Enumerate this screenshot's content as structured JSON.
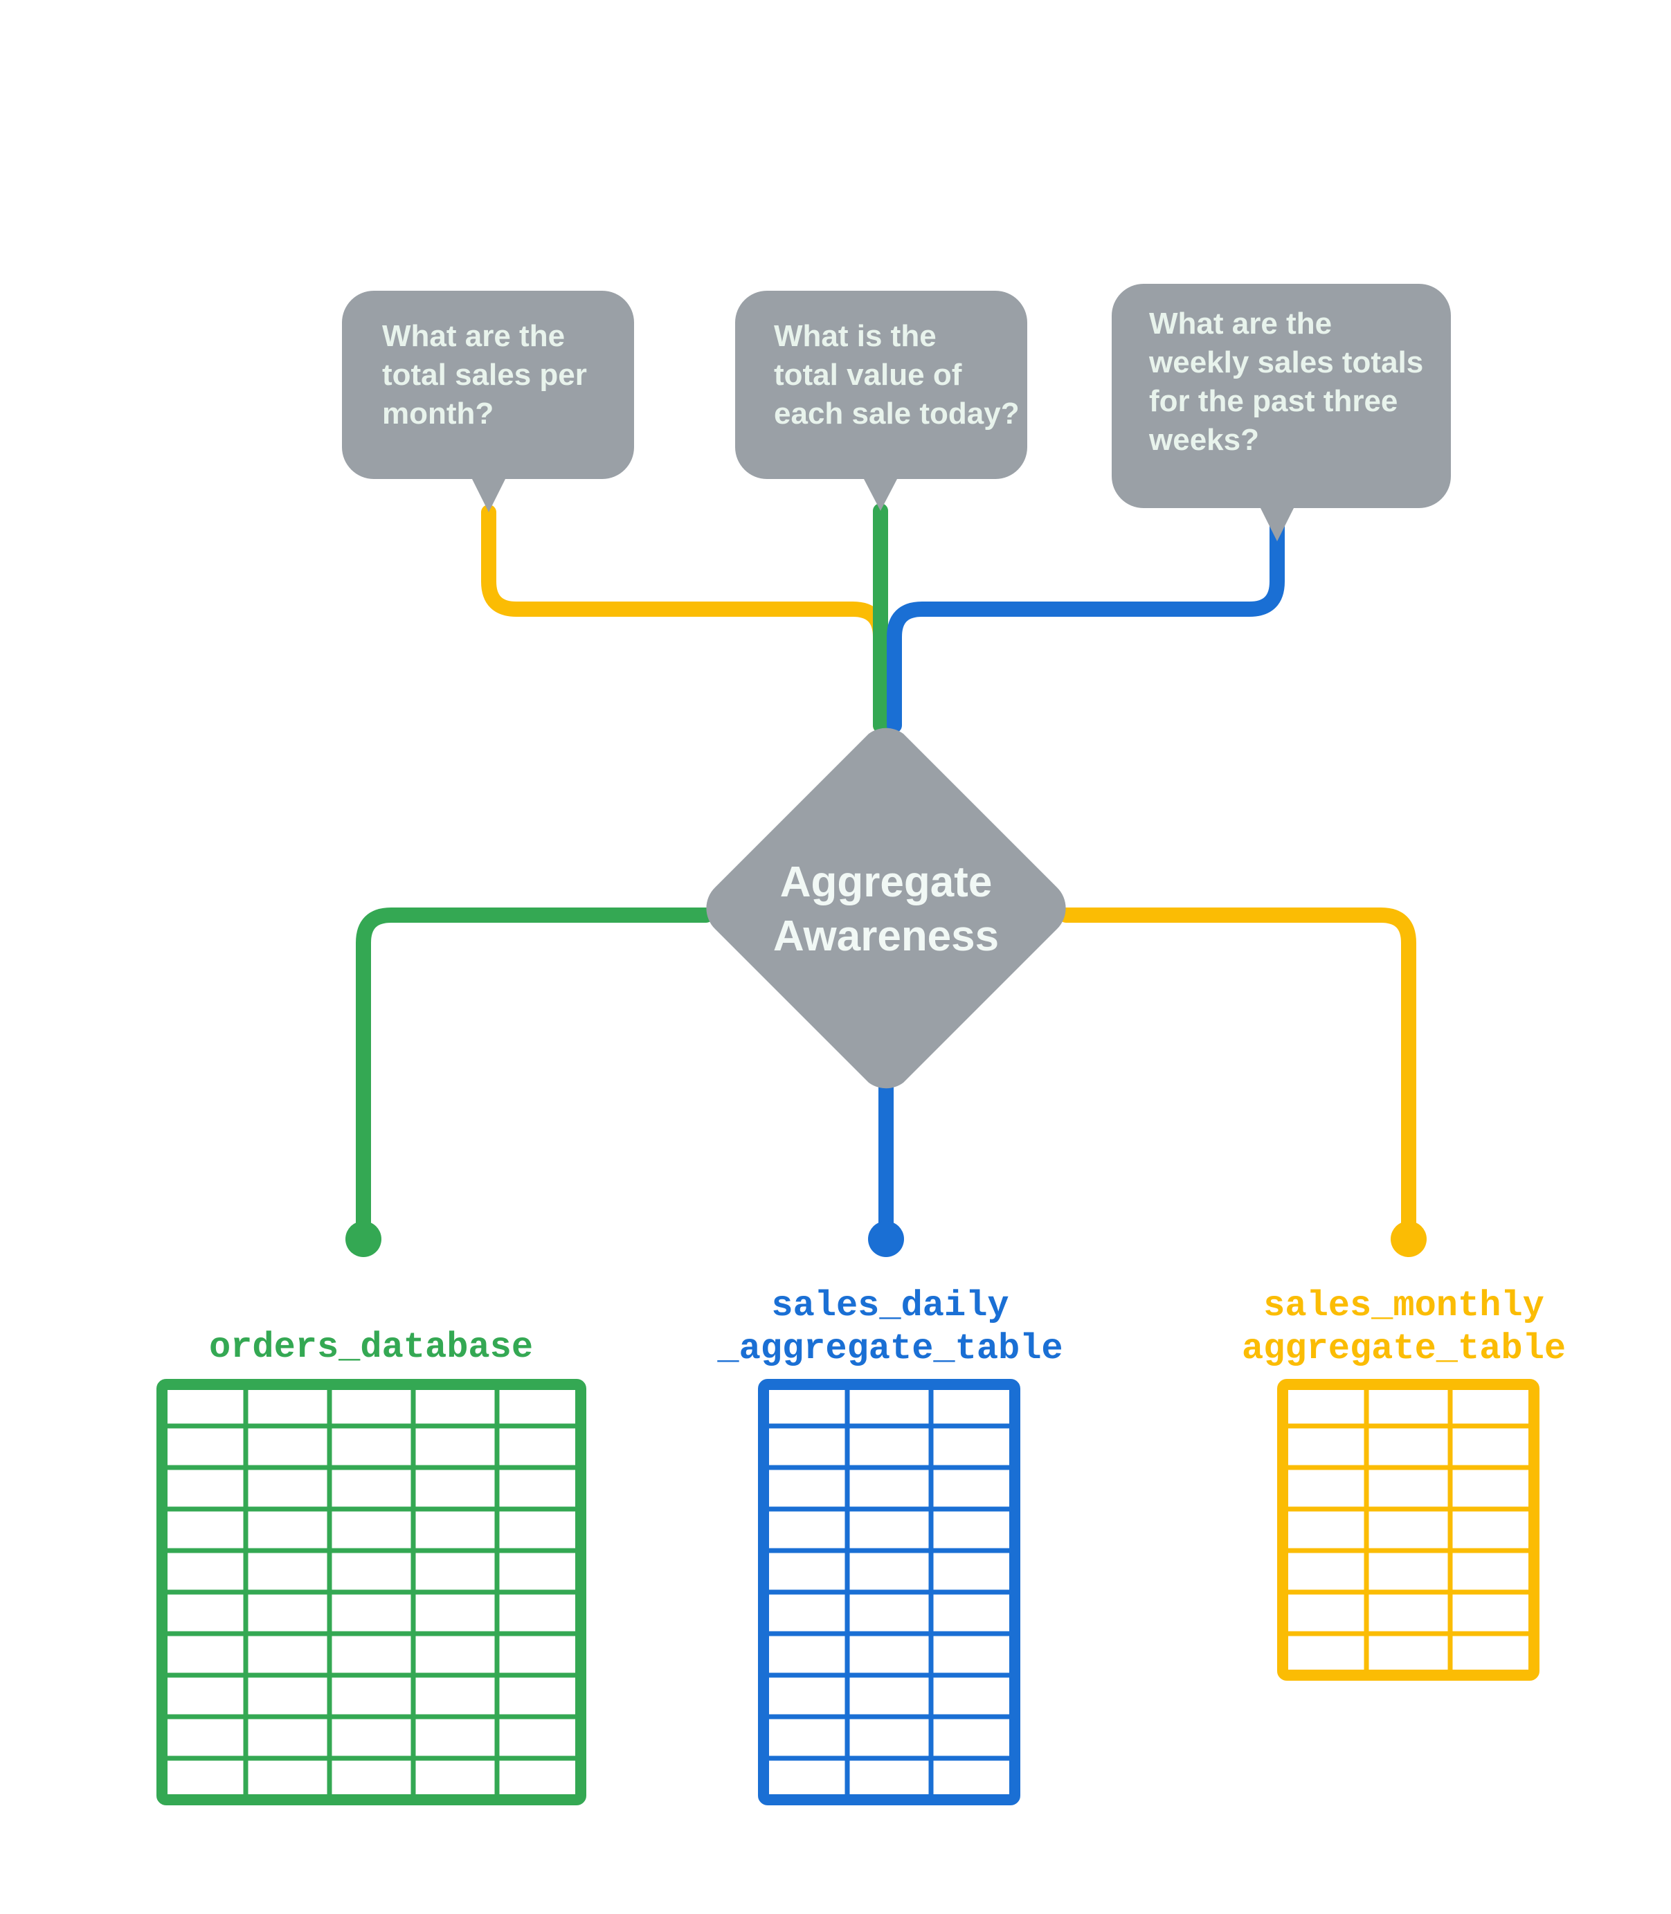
{
  "diagram": {
    "title": "Aggregate Awareness",
    "center_node": {
      "label_line1": "Aggregate",
      "label_line2": "Awareness",
      "shape": "diamond",
      "fill": "#9AA0A6",
      "text_color": "#F1F8F5"
    },
    "questions": [
      {
        "id": "q-monthly",
        "lines": [
          "What are the",
          "total sales per",
          "month?"
        ],
        "connector_color": "#FBBC04",
        "connects_to": "sales_monthly_aggregate_table"
      },
      {
        "id": "q-daily",
        "lines": [
          "What is the",
          "total value of",
          "each sale today?"
        ],
        "connector_color": "#34A853",
        "connects_to": "orders_database"
      },
      {
        "id": "q-weekly",
        "lines": [
          "What are the",
          "weekly sales totals",
          "for the past three",
          "weeks?"
        ],
        "connector_color": "#1A6FD4",
        "connects_to": "sales_daily_aggregate_table"
      }
    ],
    "tables": [
      {
        "id": "orders_database",
        "label_lines": [
          "orders_database"
        ],
        "color": "#34A853",
        "columns": 5,
        "rows": 10
      },
      {
        "id": "sales_daily_aggregate_table",
        "label_lines": [
          "sales_daily",
          "_aggregate_table"
        ],
        "color": "#1A6FD4",
        "columns": 3,
        "rows": 10
      },
      {
        "id": "sales_monthly_aggregate_table",
        "label_lines": [
          "sales_monthly",
          "aggregate_table"
        ],
        "color": "#FBBC04",
        "columns": 3,
        "rows": 7
      }
    ],
    "colors": {
      "green": "#34A853",
      "blue": "#1A6FD4",
      "yellow": "#FBBC04",
      "gray": "#9AA0A6",
      "bubble_text": "#E8F3EC",
      "background": "#FFFFFF"
    }
  }
}
